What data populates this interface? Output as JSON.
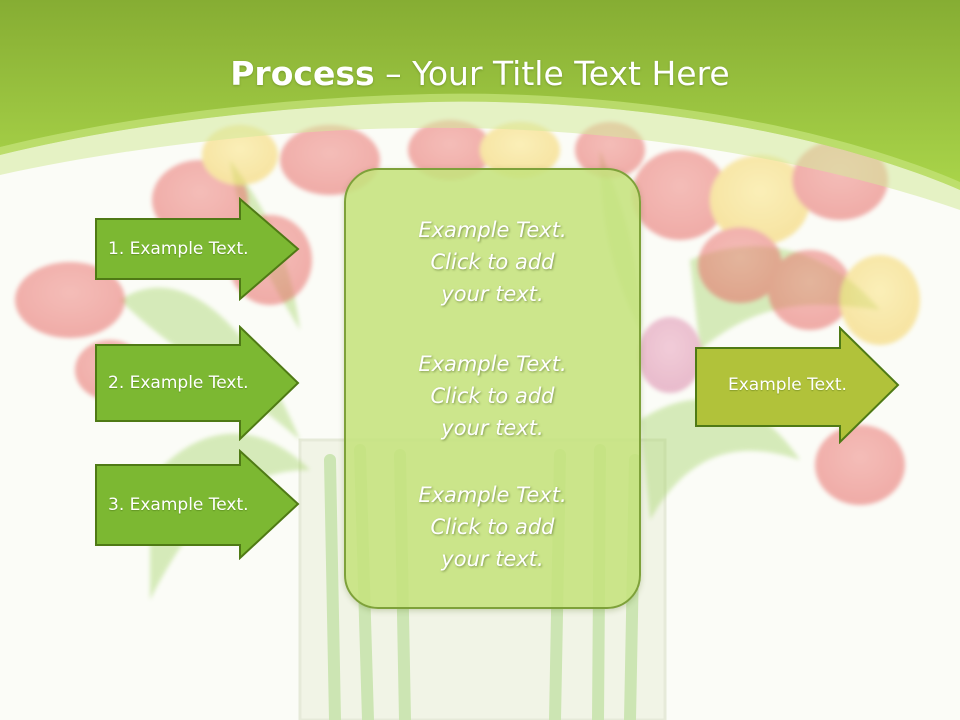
{
  "slide": {
    "title_bold": "Process",
    "title_rest": " – Your Title Text Here",
    "colors": {
      "header_green": "#9ccb3e",
      "arrow_green": "#7cb832",
      "arrow_border": "#4f7a15",
      "output_arrow": "#b1c23a",
      "center_box": "#c5e27d"
    }
  },
  "inputs": [
    {
      "label": "1. Example Text."
    },
    {
      "label": "2. Example Text."
    },
    {
      "label": "3. Example Text."
    }
  ],
  "center": {
    "blocks": [
      "Example Text.\nClick  to add\nyour text.",
      "Example Text.\nClick  to add\nyour text.",
      "Example Text.\nClick  to add\nyour text."
    ]
  },
  "output": {
    "label": "Example Text."
  },
  "decor": {
    "background_image": "tulip-bouquet-in-vase"
  }
}
